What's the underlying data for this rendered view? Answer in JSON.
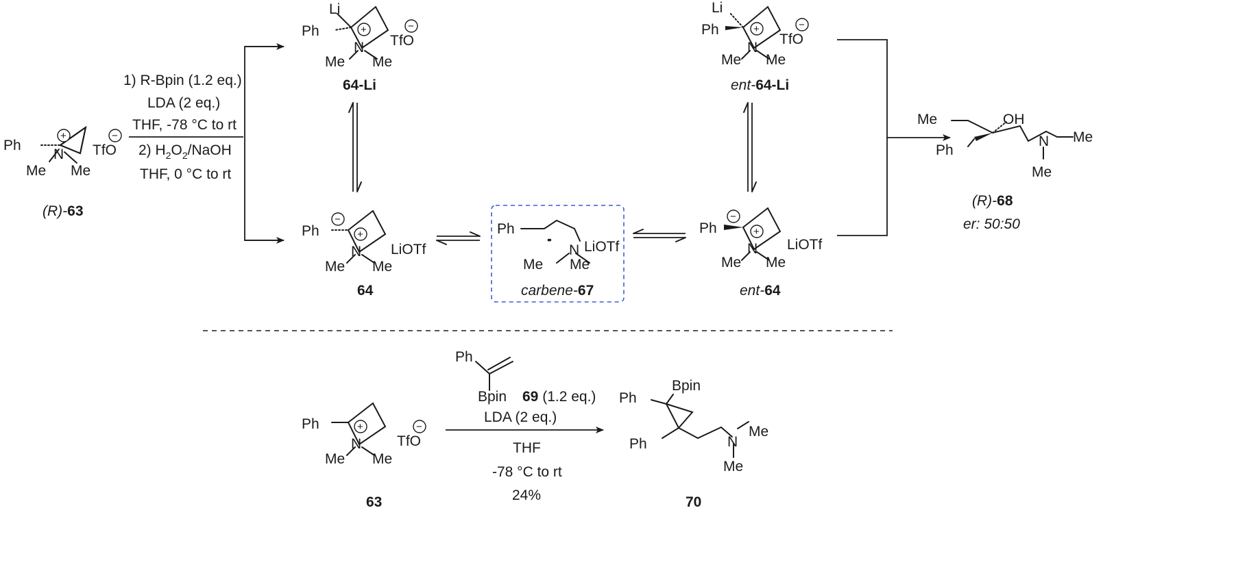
{
  "colors": {
    "ink": "#1a1a1a",
    "box": "#3b5bdb"
  },
  "labels": {
    "Ph": "Ph",
    "Me": "Me",
    "N": "N",
    "Li": "Li",
    "OH": "OH",
    "TfO": "TfO",
    "LiOTf": "LiOTf",
    "Bpin": "Bpin",
    "plus": "+",
    "minus": "−",
    "lonepair": "••"
  },
  "compounds": {
    "R63": {
      "pre": "(R)-",
      "num": "63"
    },
    "c64Li": "64-Li",
    "c64": "64",
    "carbene67": {
      "pre": "carbene-",
      "num": "67"
    },
    "ent64Li": {
      "pre": "ent-",
      "num": "64-Li"
    },
    "ent64": {
      "pre": "ent-",
      "num": "64"
    },
    "R68": {
      "pre": "(R)-",
      "num": "68",
      "er": "er: 50:50"
    },
    "c63": "63",
    "c69": "69",
    "c70": "70"
  },
  "conditions_top": {
    "line1": "1) R-Bpin (1.2 eq.)",
    "line2": "LDA (2 eq.)",
    "line3": "THF, -78 °C to rt",
    "line4_pre": "2) H",
    "line4_sub1": "2",
    "line4_mid": "O",
    "line4_sub2": "2",
    "line4_post": "/NaOH",
    "line5": "THF, 0 °C to rt"
  },
  "conditions_bottom": {
    "eq69": "(1.2 eq.)",
    "lda": "LDA (2 eq.)",
    "thf": "THF",
    "temp": "-78 °C to rt",
    "yield": "24%"
  }
}
